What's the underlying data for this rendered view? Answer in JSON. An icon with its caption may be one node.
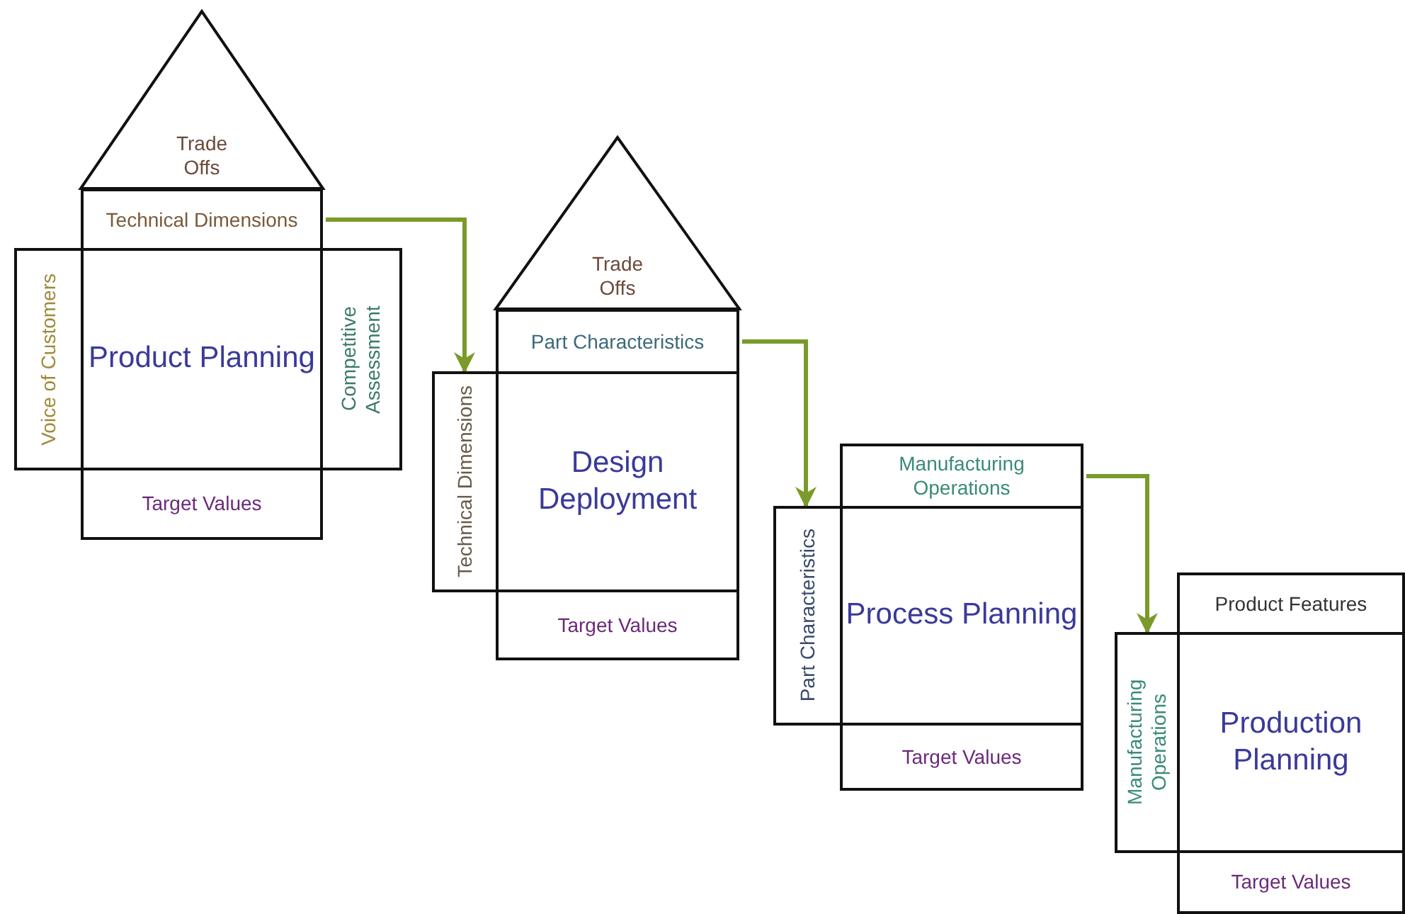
{
  "diagram": {
    "nodes": [
      {
        "text": [
          "Trade Offs"
        ]
      },
      {
        "text": [
          "Technical Dimensions"
        ]
      },
      {
        "text": [
          "Voice of Customers"
        ]
      },
      {
        "text": [
          "Product Planning"
        ]
      },
      {
        "text": [
          "Competitive Assessment"
        ]
      },
      {
        "text": [
          "Target Values"
        ]
      },
      {
        "text": [
          "Trade Offs"
        ]
      },
      {
        "text": [
          "Part Characteristics"
        ]
      },
      {
        "text": [
          "Technical Dimensions"
        ]
      },
      {
        "text": [
          "Design Deployment"
        ]
      },
      {
        "text": [
          "Target Values"
        ]
      },
      {
        "text": [
          "Manufacturing Operations"
        ]
      },
      {
        "text": [
          "Part Characteristics"
        ]
      },
      {
        "text": [
          "Process Planning"
        ]
      },
      {
        "text": [
          "Target Values"
        ]
      },
      {
        "text": [
          "Product Features"
        ]
      },
      {
        "text": [
          "Manufacturing Operations"
        ]
      },
      {
        "text": [
          "Production Planning"
        ]
      },
      {
        "text": [
          "Target Values"
        ]
      }
    ],
    "edges": [
      {
        "from": 1,
        "to": 8,
        "arrow": "to"
      },
      {
        "from": 7,
        "to": 12,
        "arrow": "to"
      },
      {
        "from": 11,
        "to": 16,
        "arrow": "to"
      }
    ]
  }
}
